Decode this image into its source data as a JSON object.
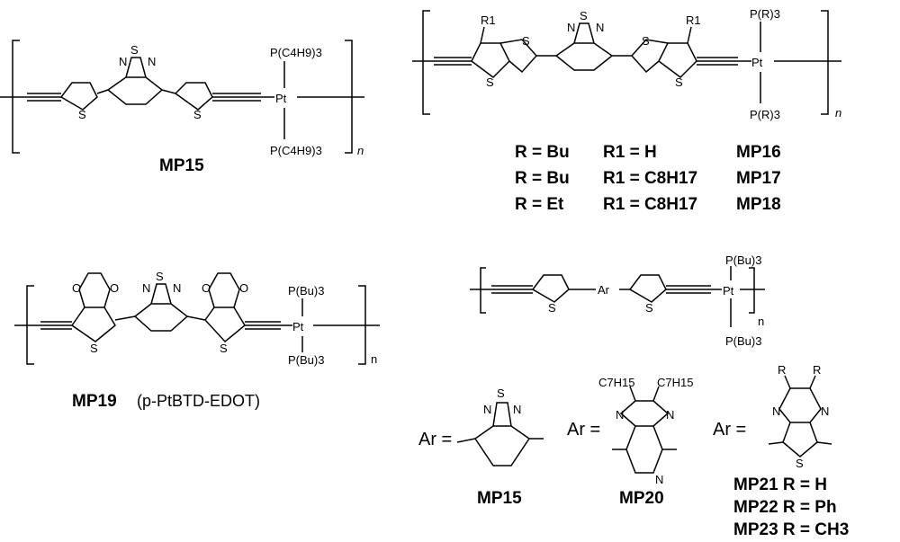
{
  "compounds": {
    "mp15": {
      "name": "MP15",
      "s": "S",
      "n": "N",
      "pt": "Pt",
      "ligand": "P(C4H9)3",
      "repeat": "n"
    },
    "mp16_18": {
      "r1": "R1",
      "s": "S",
      "n": "N",
      "pt": "Pt",
      "ligand": "P(R)3",
      "repeat": "n",
      "rows": [
        {
          "r": "R = Bu",
          "r1": "R1 = H",
          "name": "MP16"
        },
        {
          "r": "R = Bu",
          "r1": "R1 = C8H17",
          "name": "MP17"
        },
        {
          "r": "R = Et",
          "r1": "R1 = C8H17",
          "name": "MP18"
        }
      ]
    },
    "mp19": {
      "name": "MP19",
      "alias": "(p-PtBTD-EDOT)",
      "o": "O",
      "s": "S",
      "n": "N",
      "pt": "Pt",
      "ligand": "P(Bu)3",
      "repeat": "n"
    },
    "generic": {
      "ar": "Ar",
      "s": "S",
      "pt": "Pt",
      "ligand": "P(Bu)3",
      "repeat": "n"
    },
    "ar_units": {
      "ar_eq": "Ar =",
      "btd_name": "MP15",
      "mp20_name": "MP20",
      "c7": "C7H15",
      "n": "N",
      "s": "S",
      "r": "R",
      "mp21": "MP21 R = H",
      "mp22": "MP22 R = Ph",
      "mp23": "MP23 R = CH3"
    }
  }
}
